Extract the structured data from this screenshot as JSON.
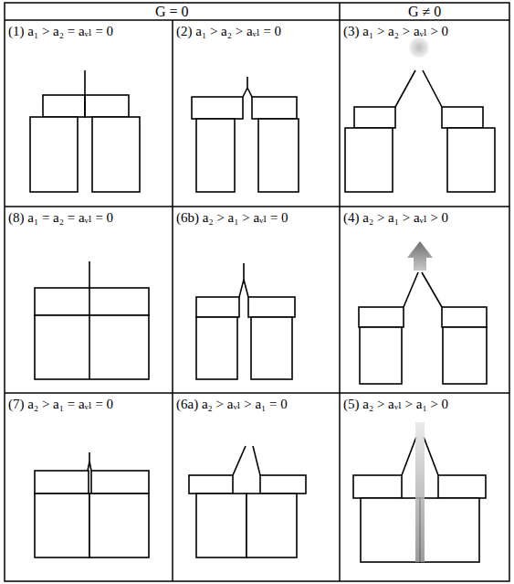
{
  "diagram": {
    "labels": [
      "G = 0",
      "G ≠ 0",
      "(1) a₁ > a₂ = aᵥₗ = 0",
      "(2) a₁ > a₂ > aᵥₗ = 0",
      "(3) a₁ > a₂ > aᵥₗ > 0",
      "(8) a₁ = a₂ = aᵥₗ = 0",
      "(6b) a₂ > a₁ > aᵥₗ = 0",
      "(4) a₂ > a₁ > aᵥₗ > 0",
      "(7) a₂ > a₁ = aᵥₗ = 0",
      "(6a) a₂ > aᵥₗ > a₁ = 0",
      "(5) a₂ > aᵥₗ > a₁ > 0"
    ]
  }
}
